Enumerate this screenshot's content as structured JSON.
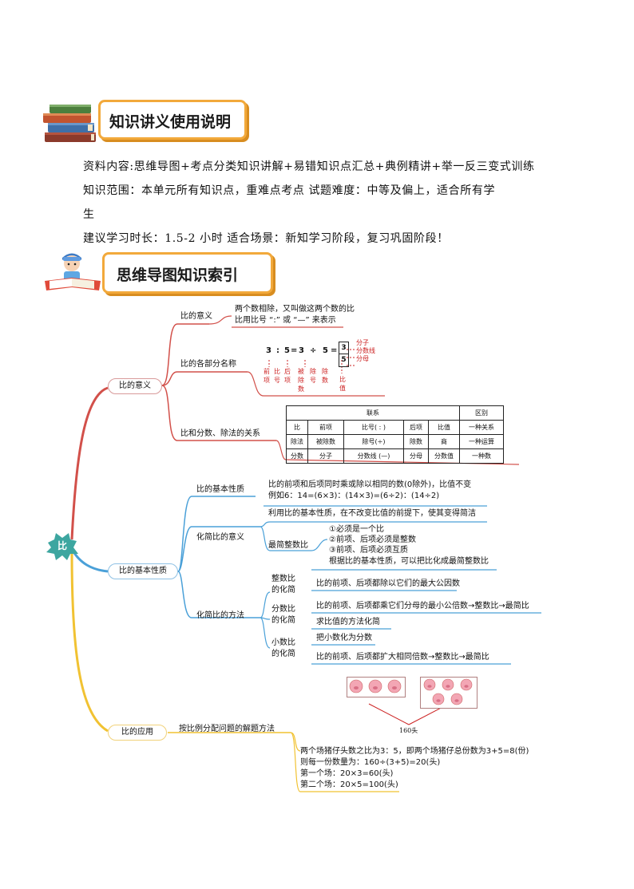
{
  "banners": {
    "usage_title": "知识讲义使用说明",
    "index_title": "思维导图知识索引"
  },
  "info": {
    "line1": "资料内容:思维导图+考点分类知识讲解+易错知识点汇总+典例精讲+举一反三变式训练",
    "line2": "知识范围：本单元所有知识点，重难点考点      试题难度：中等及偏上，适合所有学",
    "line3": "生",
    "line4": "建议学习时长：1.5-2 小时    适合场景：新知学习阶段，复习巩固阶段！"
  },
  "mindmap": {
    "root": "比",
    "branch1": {
      "label": "比的意义",
      "sub1": "比的意义",
      "sub1_text1": "两个数相除，又叫做这两个数的比",
      "sub1_text2": "比用比号 “:” 或 “—” 来表示",
      "sub2": "比的各部分名称",
      "sub3": "比和分数、除法的关系",
      "parts": {
        "expr": [
          "3",
          ":",
          "5",
          "=",
          "3",
          "÷",
          "5",
          "="
        ],
        "labels": [
          "前项",
          "比号",
          "后项",
          "被除数",
          "除号",
          "除数"
        ],
        "frac_top": "3",
        "frac_bottom": "5",
        "frac_labels": [
          "分子",
          "分数线",
          "分母"
        ],
        "value_label": "比值"
      },
      "table": {
        "header_lian": "联系",
        "header_qu": "区别",
        "rows": [
          [
            "比",
            "前项",
            "比号( : )",
            "后项",
            "比值",
            "一种关系"
          ],
          [
            "除法",
            "被除数",
            "除号(÷)",
            "除数",
            "商",
            "一种运算"
          ],
          [
            "分数",
            "分子",
            "分数线 (—)",
            "分母",
            "分数值",
            "一种数"
          ]
        ]
      }
    },
    "branch2": {
      "label": "比的基本性质",
      "sub1": "比的基本性质",
      "sub1_text1": "比的前项和后项同时乘或除以相同的数(0除外)，比值不变",
      "sub1_text2": "例如6：14=(6×3)：(14×3)=(6÷2)：(14÷2)",
      "sub2": "化简比的意义",
      "sub2_text": "利用比的基本性质，在不改变比值的前提下，使其变得简洁",
      "sub2_child": "最简整数比",
      "sub2_child_items": [
        "①必须是一个比",
        "②前项、后项必须是整数",
        "③前项、后项必须互质"
      ],
      "sub2_child_text": "根据比的基本性质，可以把比化成最简整数比",
      "sub3": "化简比的方法",
      "m1_label1": "整数比",
      "m1_label2": "的化简",
      "m1_text": "比的前项、后项都除以它们的最大公因数",
      "m2_label1": "分数比",
      "m2_label2": "的化简",
      "m2_text1": "比的前项、后项都乘它们分母的最小公倍数→整数比→最简比",
      "m2_text2": "求比值的方法化简",
      "m3_label1": "小数比",
      "m3_label2": "的化简",
      "m3_text1": "把小数化为分数",
      "m3_text2": "比的前项、后项都扩大相同倍数→整数比→最简比"
    },
    "branch3": {
      "label": "比的应用",
      "sub1": "按比例分配问题的解题方法",
      "pig_total": "160头",
      "lines": [
        "两个场猪仔头数之比为3：5，即两个场猪仔总份数为3+5=8(份)",
        "则每一份数量为：160÷(3+5)=20(头)",
        "第一个场：20×3=60(头)",
        "第二个场：20×5=100(头)"
      ]
    },
    "colors": {
      "branch_red": "#d2504a",
      "branch_blue": "#4aa0d8",
      "branch_yellow": "#f1c232",
      "root_fill": "#3da6a0"
    }
  }
}
